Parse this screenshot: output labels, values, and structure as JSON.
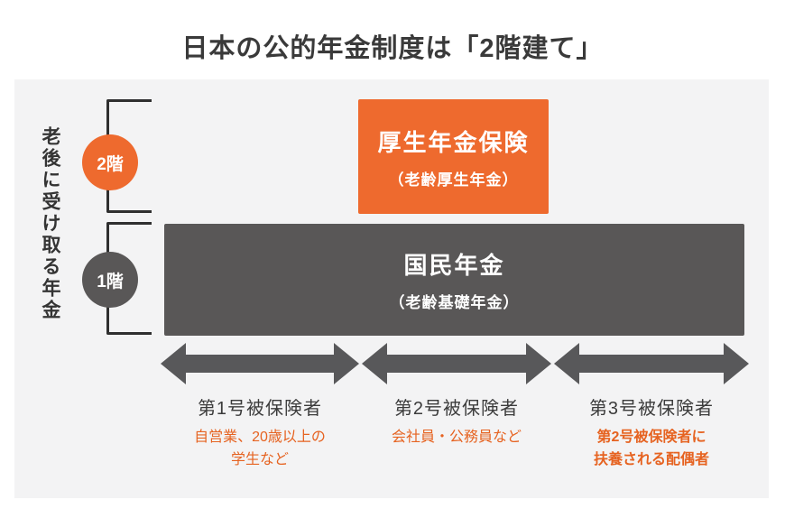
{
  "title": "日本の公的年金制度は「2階建て」",
  "side_label": "老後に受け取る年金",
  "floor_badges": {
    "second": "2階",
    "first": "1階"
  },
  "tiers": {
    "employees_pension": {
      "name": "厚生年金保険",
      "subtitle": "（老齢厚生年金）"
    },
    "national_pension": {
      "name": "国民年金",
      "subtitle": "（老齢基礎年金）"
    }
  },
  "insured_categories": [
    {
      "label": "第1号被保険者",
      "desc_line1": "自営業、20歳以上の",
      "desc_line2": "学生など"
    },
    {
      "label": "第2号被保険者",
      "desc_line1": "会社員・公務員など",
      "desc_line2": ""
    },
    {
      "label": "第3号被保険者",
      "desc_line1": "第2号被保険者に",
      "desc_line2": "扶養される配偶者"
    }
  ],
  "colors": {
    "accent_orange": "#ee6a2e",
    "dark_gray": "#595757",
    "orange_text": "#e66321",
    "panel_bg": "#f3f3f4"
  }
}
